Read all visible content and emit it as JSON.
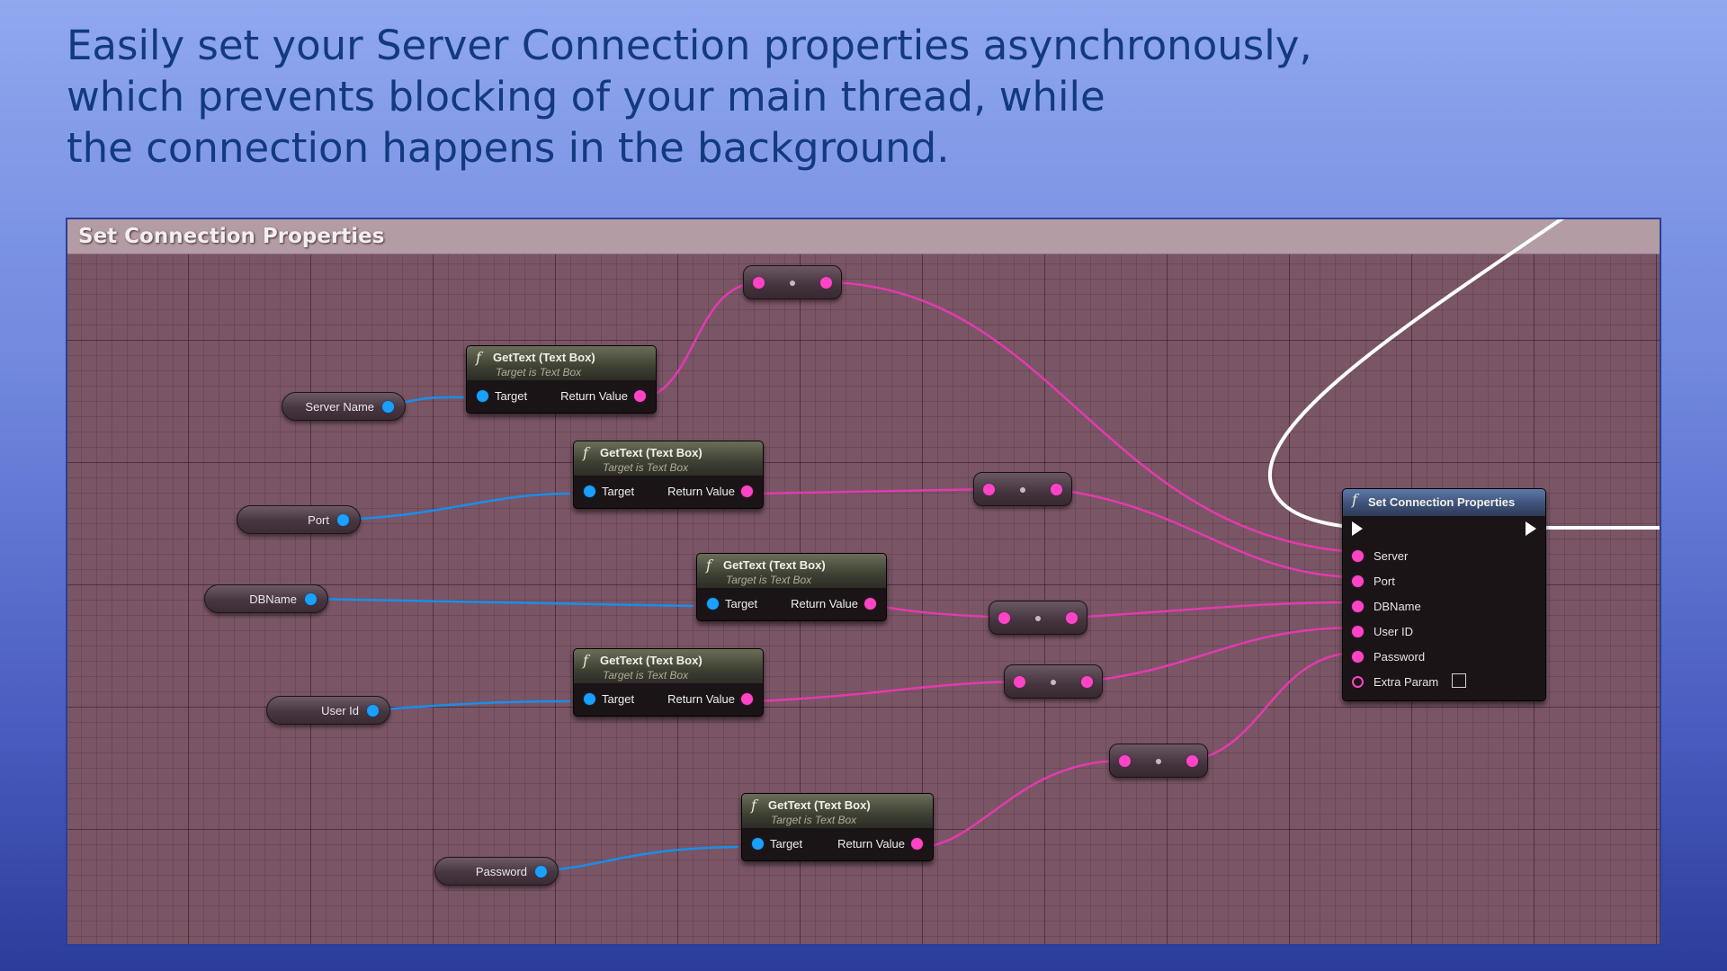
{
  "headline": {
    "line1": "Easily set your Server Connection properties asynchronously,",
    "line2": "which prevents blocking of your main thread, while",
    "line3": "the connection happens in the background."
  },
  "graph": {
    "title": "Set Connection Properties"
  },
  "variables": [
    {
      "id": "server-name",
      "label": "Server Name"
    },
    {
      "id": "port",
      "label": "Port"
    },
    {
      "id": "dbname",
      "label": "DBName"
    },
    {
      "id": "user-id",
      "label": "User Id"
    },
    {
      "id": "password",
      "label": "Password"
    }
  ],
  "gettext_nodes": [
    {
      "title": "GetText (Text Box)",
      "subtitle": "Target is Text Box",
      "target_label": "Target",
      "return_label": "Return Value"
    },
    {
      "title": "GetText (Text Box)",
      "subtitle": "Target is Text Box",
      "target_label": "Target",
      "return_label": "Return Value"
    },
    {
      "title": "GetText (Text Box)",
      "subtitle": "Target is Text Box",
      "target_label": "Target",
      "return_label": "Return Value"
    },
    {
      "title": "GetText (Text Box)",
      "subtitle": "Target is Text Box",
      "target_label": "Target",
      "return_label": "Return Value"
    },
    {
      "title": "GetText (Text Box)",
      "subtitle": "Target is Text Box",
      "target_label": "Target",
      "return_label": "Return Value"
    }
  ],
  "main_node": {
    "title": "Set Connection Properties",
    "inputs": [
      "Server",
      "Port",
      "DBName",
      "User ID",
      "Password",
      "Extra Param"
    ]
  },
  "colors": {
    "object_pin": "#1aa0ff",
    "string_pin": "#ff44c6",
    "exec_wire": "#ffffff",
    "headline": "#123a7e"
  },
  "icons": {
    "function": "function-icon",
    "exec": "exec-pin-icon"
  }
}
